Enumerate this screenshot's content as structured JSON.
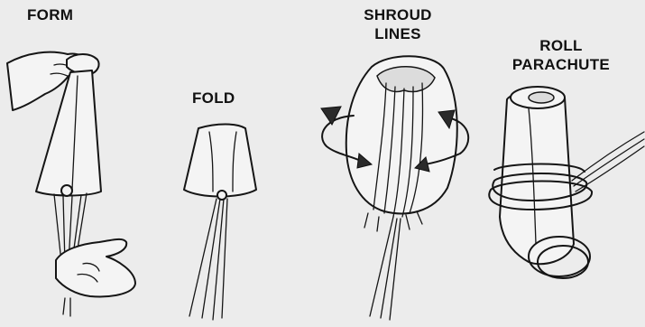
{
  "steps": [
    {
      "id": "form",
      "label_lines": [
        "FORM"
      ]
    },
    {
      "id": "fold",
      "label_lines": [
        "FOLD"
      ]
    },
    {
      "id": "shroud",
      "label_lines": [
        "SHROUD",
        "LINES"
      ]
    },
    {
      "id": "roll",
      "label_lines": [
        "ROLL",
        "PARACHUTE"
      ]
    }
  ],
  "colors": {
    "ink": "#151515",
    "background": "#ececec"
  }
}
